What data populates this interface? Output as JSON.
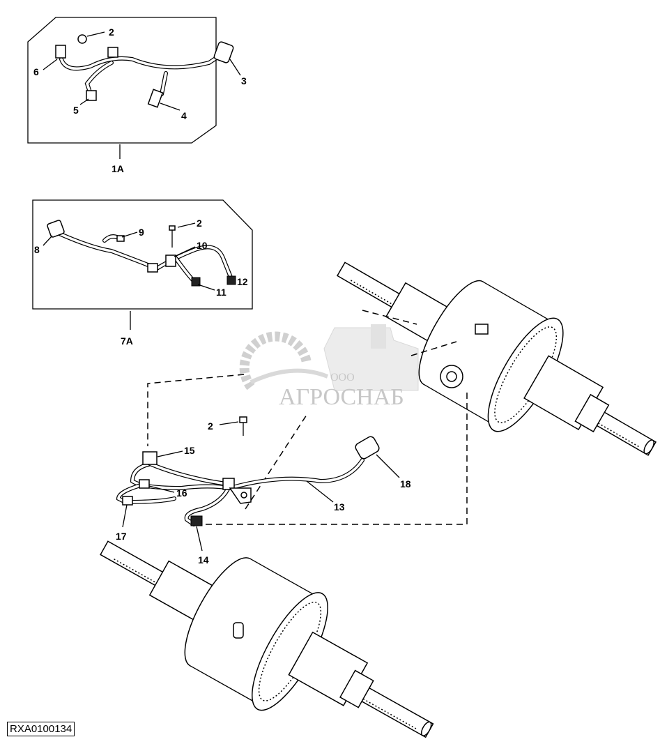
{
  "diagram": {
    "reference_code": "RXA0100134",
    "watermark": {
      "company_prefix": "ООО",
      "company_name": "АГРОСНАБ"
    },
    "kit_1A": {
      "label": "1A",
      "callouts": [
        "2",
        "6",
        "3",
        "5",
        "4"
      ]
    },
    "kit_7A": {
      "label": "7A",
      "callouts": [
        "9",
        "2",
        "8",
        "10",
        "12",
        "11"
      ]
    },
    "installed": {
      "callouts": [
        "2",
        "15",
        "16",
        "18",
        "13",
        "17",
        "14"
      ]
    }
  }
}
